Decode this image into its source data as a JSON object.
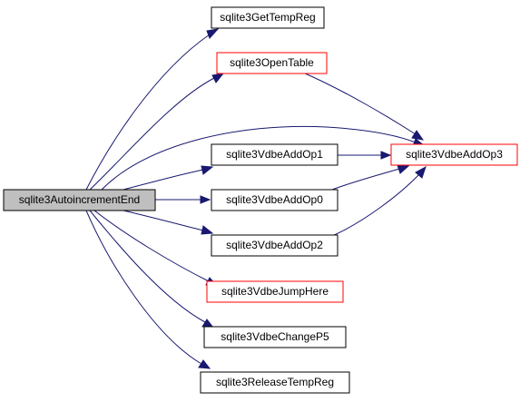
{
  "colors": {
    "edge": "#191970",
    "root_fill": "#bfbfbf",
    "node_fill": "#ffffff",
    "border_default": "#000000",
    "border_highlight": "#ff0000"
  },
  "nodes": {
    "root": {
      "label": "sqlite3AutoincrementEnd"
    },
    "gettempreg": {
      "label": "sqlite3GetTempReg"
    },
    "opentable": {
      "label": "sqlite3OpenTable"
    },
    "addop1": {
      "label": "sqlite3VdbeAddOp1"
    },
    "addop0": {
      "label": "sqlite3VdbeAddOp0"
    },
    "addop2": {
      "label": "sqlite3VdbeAddOp2"
    },
    "jumphere": {
      "label": "sqlite3VdbeJumpHere"
    },
    "changep5": {
      "label": "sqlite3VdbeChangeP5"
    },
    "releasetempreg": {
      "label": "sqlite3ReleaseTempReg"
    },
    "addop3": {
      "label": "sqlite3VdbeAddOp3"
    }
  },
  "edges": [
    [
      "root",
      "gettempreg"
    ],
    [
      "root",
      "opentable"
    ],
    [
      "root",
      "addop3"
    ],
    [
      "root",
      "addop1"
    ],
    [
      "root",
      "addop0"
    ],
    [
      "root",
      "addop2"
    ],
    [
      "root",
      "jumphere"
    ],
    [
      "root",
      "changep5"
    ],
    [
      "root",
      "releasetempreg"
    ],
    [
      "opentable",
      "addop3"
    ],
    [
      "addop1",
      "addop3"
    ],
    [
      "addop0",
      "addop3"
    ],
    [
      "addop2",
      "addop3"
    ]
  ]
}
